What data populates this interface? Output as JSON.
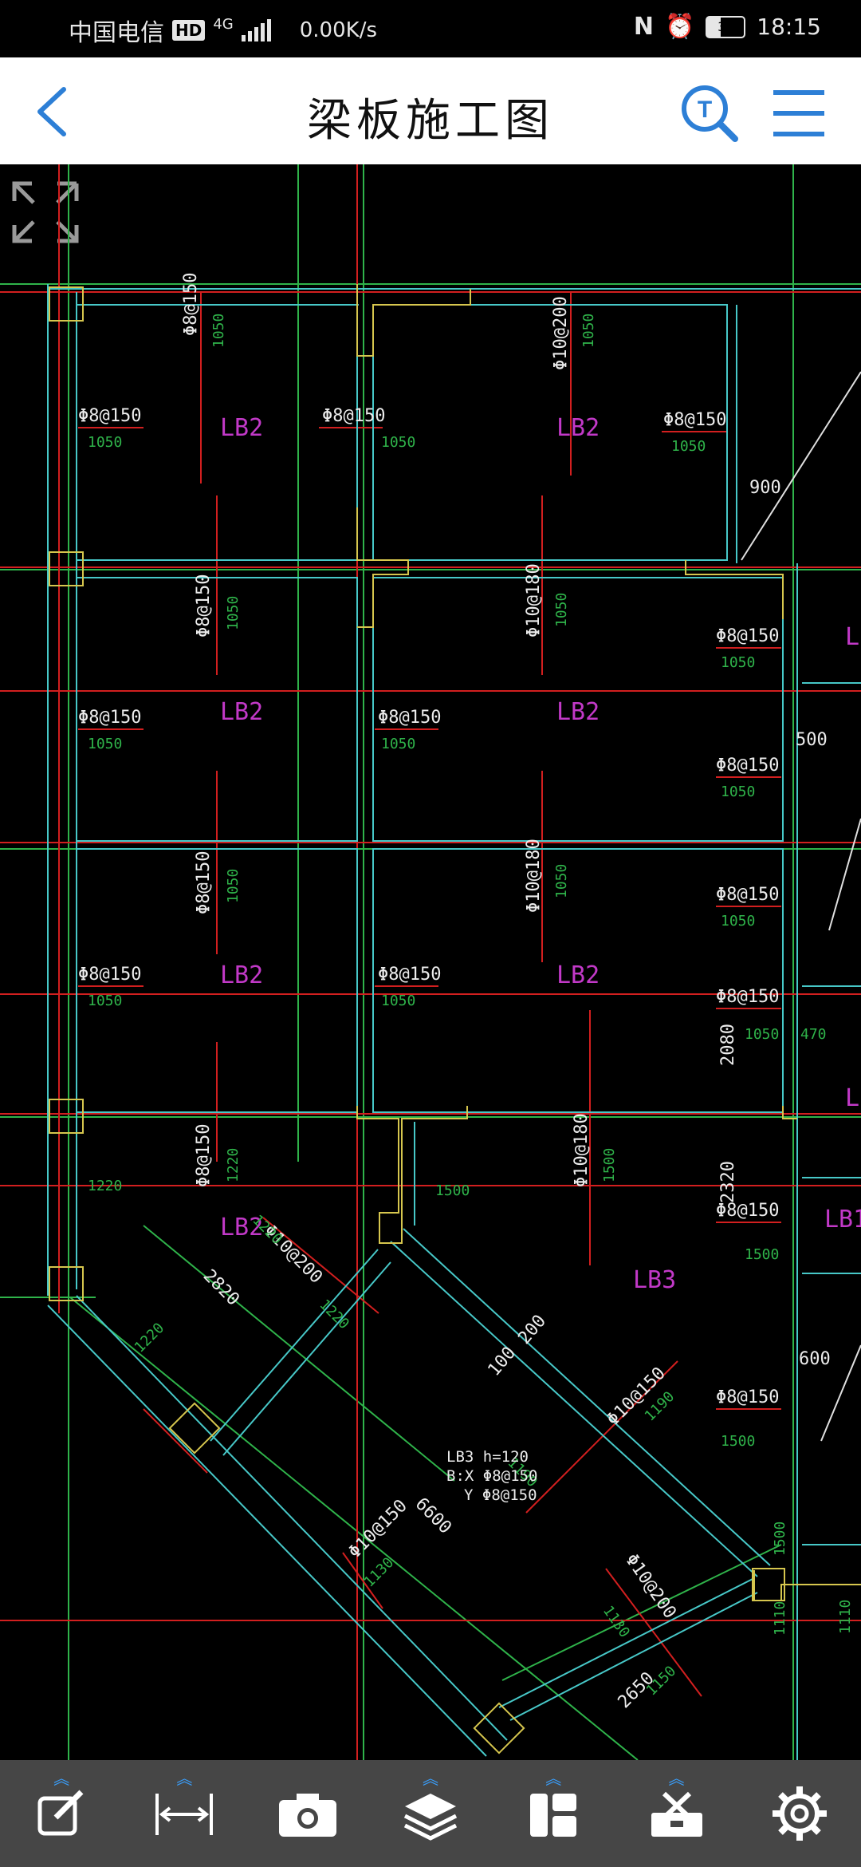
{
  "status_bar": {
    "carrier": "中国电信",
    "hd_badge": "HD",
    "network": "4G",
    "speed": "0.00K/s",
    "battery": "37",
    "time": "18:15"
  },
  "header": {
    "title": "梁板施工图",
    "back_icon": "chevron-left-icon",
    "search_icon": "text-search-icon",
    "menu_icon": "hamburger-menu-icon"
  },
  "drawing": {
    "slab_labels": [
      "LB2",
      "LB2",
      "LB2",
      "LB2",
      "LB2",
      "LB2",
      "LB2",
      "LB3",
      "LB1",
      "LB"
    ],
    "rebar_labels": [
      "Φ8@150",
      "Φ10@200",
      "Φ10@180",
      "Φ10@150",
      "Φ10@200"
    ],
    "dims": [
      "1050",
      "1220",
      "1500",
      "900",
      "500",
      "470",
      "2080",
      "2320",
      "600",
      "2820",
      "6600",
      "2650",
      "100",
      "200",
      "1110",
      "1150",
      "1130",
      "1190"
    ],
    "note_line1": "LB3 h=120",
    "note_line2": "B:X Φ8@150",
    "note_line3": "Y Φ8@150"
  },
  "toolbar": {
    "items": [
      "annotate-icon",
      "measure-icon",
      "camera-icon",
      "layers-icon",
      "layout-icon",
      "toolbox-icon",
      "settings-icon"
    ]
  },
  "colors": {
    "cad_bg": "#000000",
    "magenta": "#c239c8",
    "green": "#2fb34a",
    "red": "#d21f1f",
    "cyan": "#47c8c8",
    "accent": "#2d7fd6"
  }
}
